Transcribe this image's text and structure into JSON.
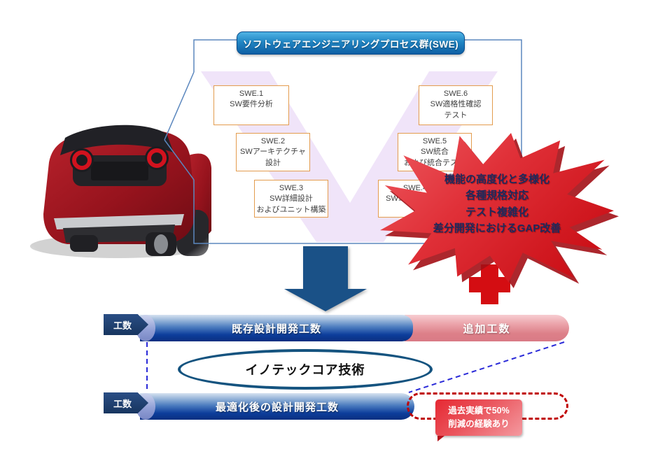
{
  "banner": {
    "label": "ソフトウェアエンジニアリングプロセス群(SWE)"
  },
  "process_boxes": [
    {
      "code": "SWE.1",
      "label": "SW要件分析"
    },
    {
      "code": "SWE.2",
      "label": "SWアーキテクチャ\n設計"
    },
    {
      "code": "SWE.3",
      "label": "SW詳細設計\nおよびユニット構築"
    },
    {
      "code": "SWE.4",
      "label": "SWユニット検証"
    },
    {
      "code": "SWE.5",
      "label": "SW統合\nおよび統合テスト"
    },
    {
      "code": "SWE.6",
      "label": "SW適格性確認\nテスト"
    }
  ],
  "starburst": {
    "lines": "機能の高度化と多様化\n各種規格対応\nテスト複雑化\n差分開発におけるGAP改善"
  },
  "flow": {
    "bar1": {
      "tag": "工数",
      "main": "既存設計開発工数",
      "extra": "追加工数"
    },
    "core": {
      "label": "イノテックコア技術"
    },
    "bar2": {
      "tag": "工数",
      "main": "最適化後の設計開発工数"
    },
    "callout": {
      "text": "過去実績で50%\n削減の経験あり"
    }
  },
  "icons": {
    "car": "red-hatchback-rear-photo",
    "down_arrow": "blue-down-arrow",
    "plus": "red-plus",
    "v_model": "v-shape-lavender"
  },
  "colors": {
    "banner_blue": "#1266A8",
    "box_border_orange": "#E39C4E",
    "frame_border_blue": "#5B87BE",
    "v_lavender": "#F0E4F9",
    "bar_blue": "#0D3E9C",
    "bar_pink": "#DD8089",
    "alert_red": "#D40D12",
    "dashed_blue": "#2A2AD8",
    "dashed_red": "#C00000",
    "starburst_red": "#D9171E",
    "starburst_text_navy": "#1C2A5E",
    "ellipse_border": "#14537F"
  }
}
